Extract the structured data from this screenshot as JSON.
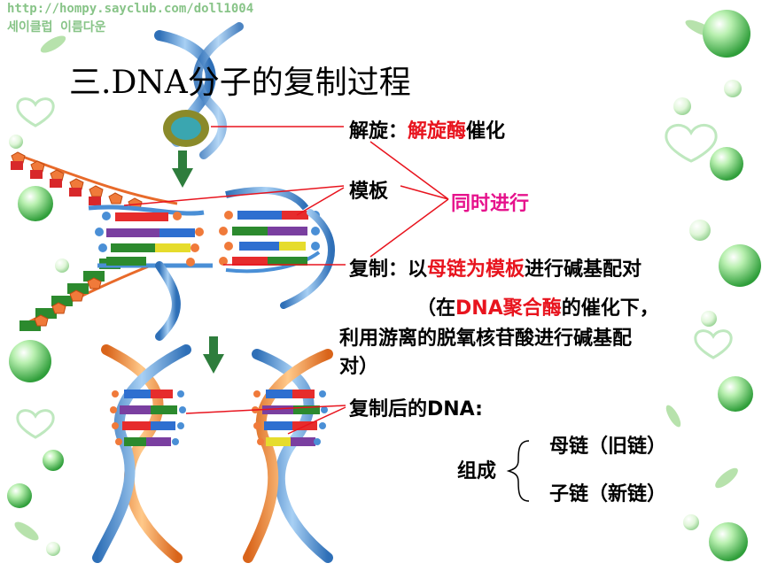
{
  "watermark": {
    "url": "http://hompy.sayclub.com/doll1004",
    "korean": "세이클럽 이름다운"
  },
  "title": "三.DNA分子的复制过程",
  "unwinding": {
    "label": "解旋：",
    "enzyme": "解旋酶",
    "suffix": "催化"
  },
  "template_label": "模板",
  "simultaneous_label": "同时进行",
  "replication": {
    "label": "复制：",
    "prefix": "以",
    "highlight": "母链为模板",
    "suffix": "进行碱基配对",
    "note_open": "（在",
    "note_enzyme": "DNA聚合酶",
    "note_tail": "的催化下，",
    "line2": "利用游离的脱氧核苷酸进行碱基配",
    "line3": "对）"
  },
  "after": {
    "label": "复制后的DNA:",
    "compose": "组成",
    "parent_chain": "母链（旧链）",
    "daughter_chain": "子链（新链）"
  },
  "colors": {
    "accent_red": "#e8141e",
    "accent_pink": "#e6128c",
    "bubble_green": "#5cc85c",
    "dna_blue": "#5b9bd5",
    "dna_orange": "#f08a3a"
  }
}
